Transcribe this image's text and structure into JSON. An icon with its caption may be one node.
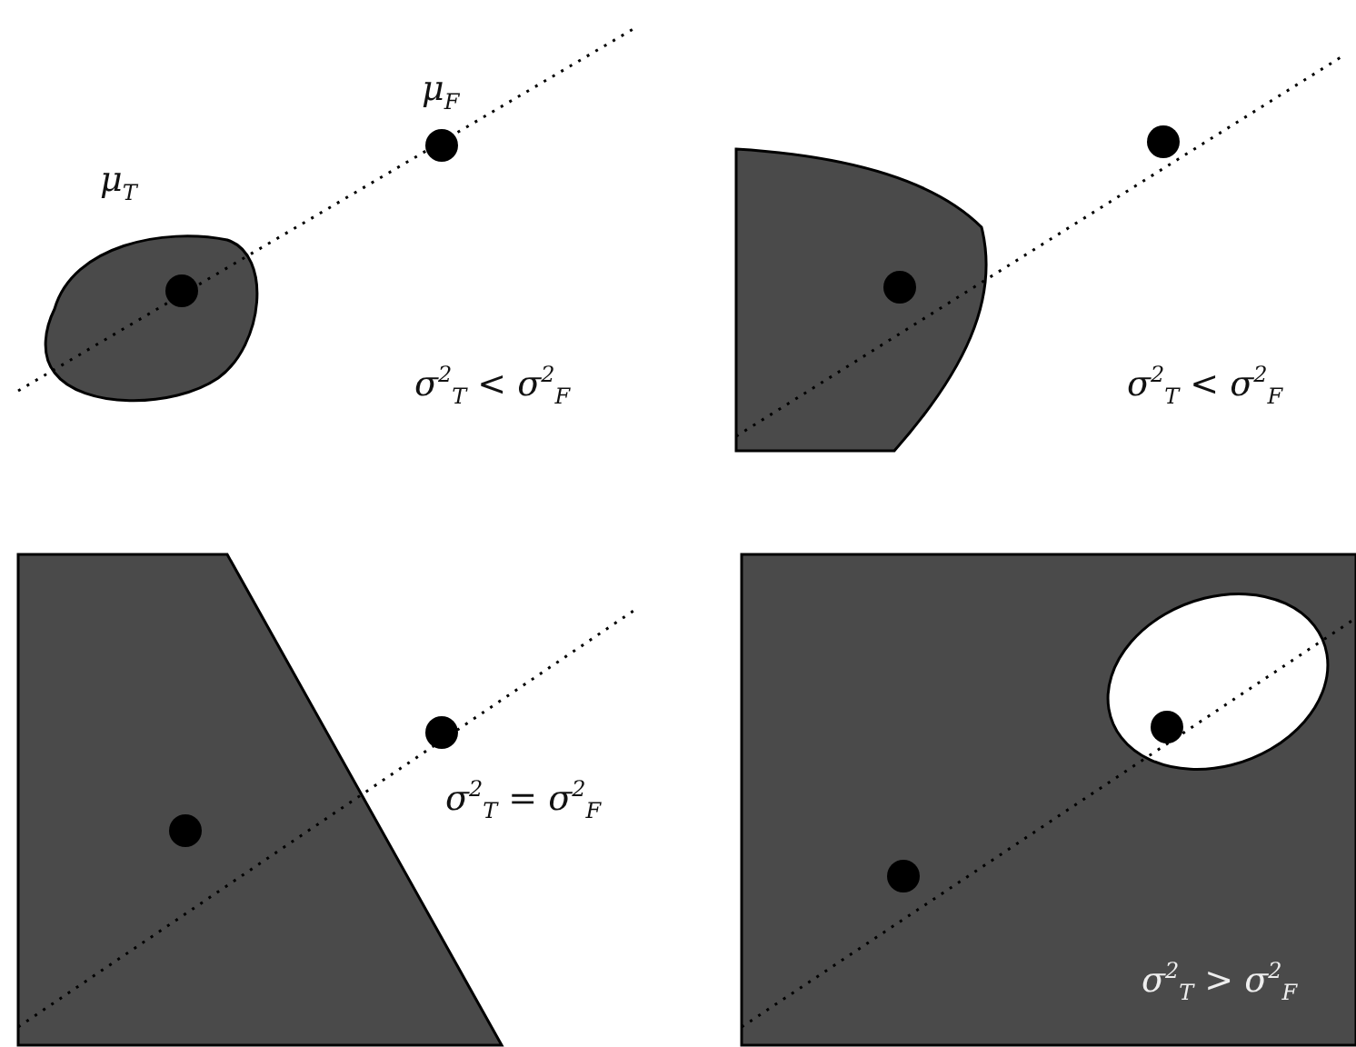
{
  "diagram": {
    "labels": [
      "μ$_{F}$",
      "μ$_{T}$",
      "σ$^{2}$$_{T}$ < σ$^{2}$$_{F}$",
      "σ$^{2}$$_{T}$ < σ$^{2}$$_{F}$",
      "σ$^{2}$$_{T}$ = σ$^{2}$$_{F}$",
      "σ$^{2}$$_{T}$ > σ$^{2}$$_{F}$"
    ]
  }
}
